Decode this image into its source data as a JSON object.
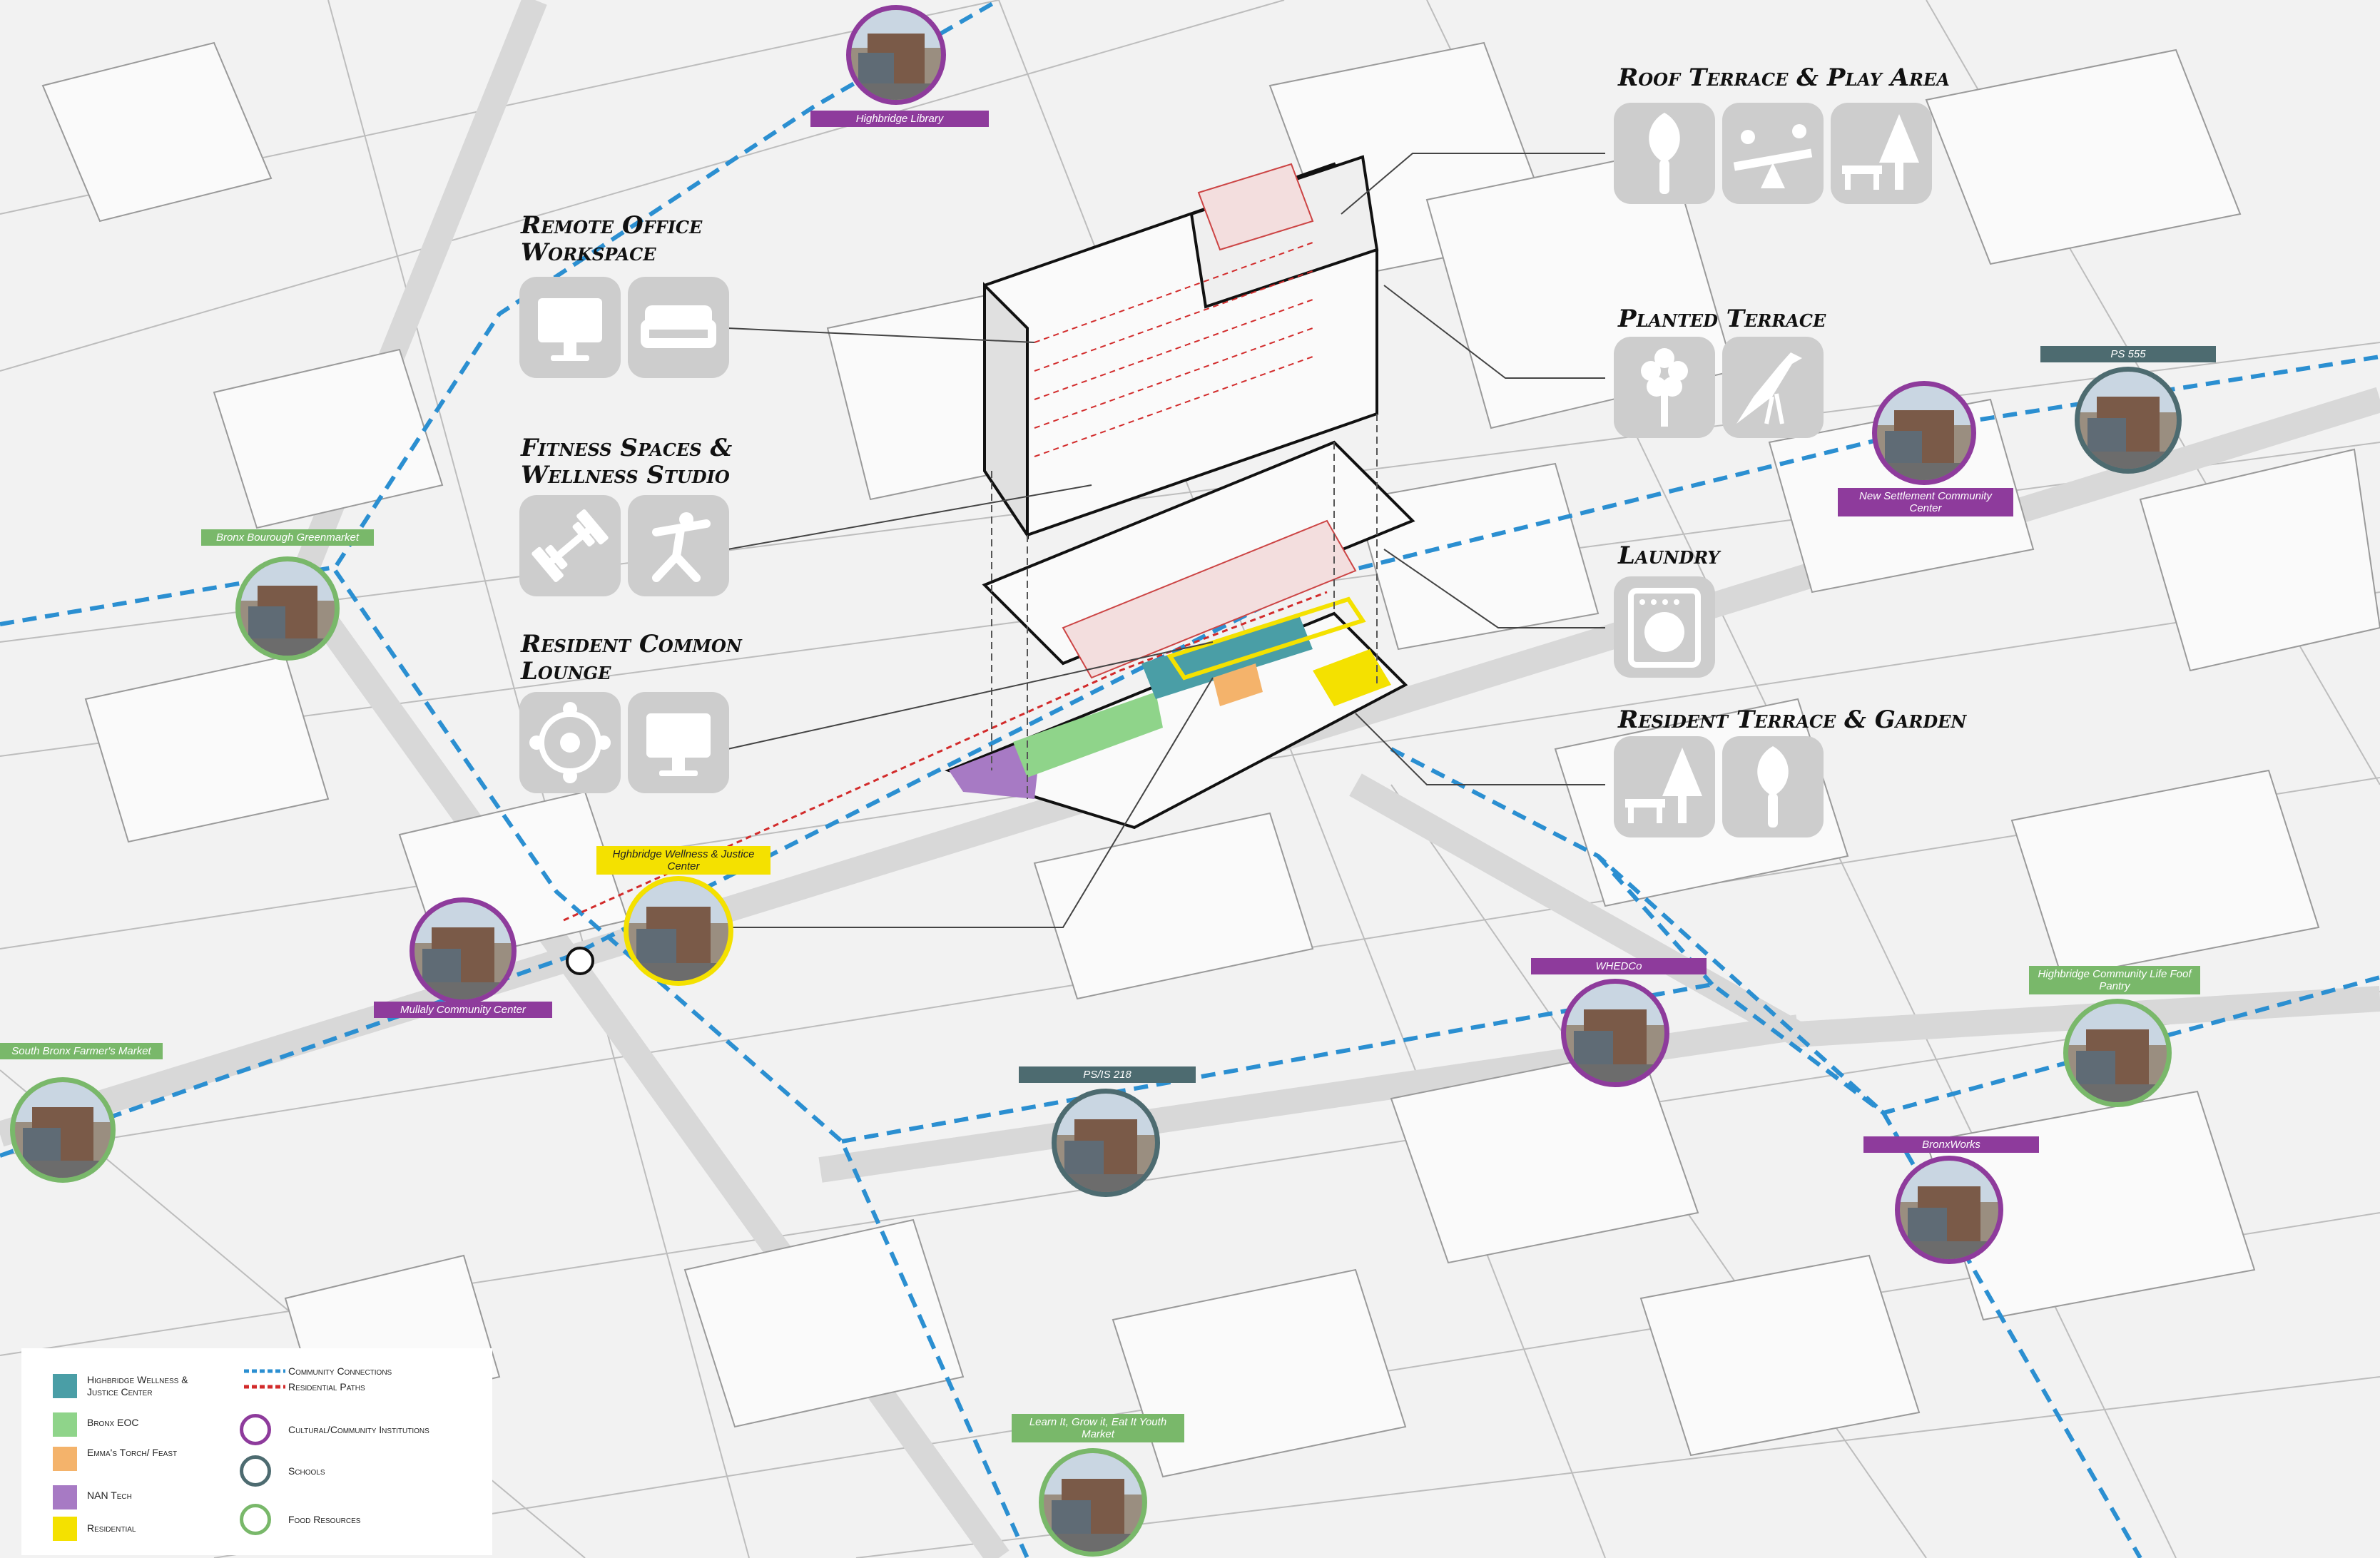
{
  "colors": {
    "cultural": "#8e3b9c",
    "schools": "#4d6b70",
    "food": "#79b86a",
    "highlight": "#f4e100",
    "community_path": "#2b8fd1",
    "residential_path": "#d22b2b",
    "icon_bg": "#cdcdcd",
    "legend_wellness": "#4a9ea6",
    "legend_eoc": "#8fd48a",
    "legend_emma": "#f4b36b",
    "legend_nan": "#a77ac4",
    "legend_residential": "#f4e100"
  },
  "places": [
    {
      "label": "Highbridge Library",
      "category": "cultural"
    },
    {
      "label": "Bronx Bourough Greenmarket",
      "category": "food"
    },
    {
      "label": "Mullaly Community Center",
      "category": "cultural"
    },
    {
      "label": "South Bronx Farmer's Market",
      "category": "food"
    },
    {
      "label": "Hghbridge Wellness & Justice Center",
      "category": "highlight"
    },
    {
      "label": "PS/IS 218",
      "category": "schools"
    },
    {
      "label": "Learn It, Grow it, Eat It Youth Market",
      "category": "food"
    },
    {
      "label": "WHEDCo",
      "category": "cultural"
    },
    {
      "label": "BronxWorks",
      "category": "cultural"
    },
    {
      "label": "Highbridge Community Life Foof Pantry",
      "category": "food"
    },
    {
      "label": "New Settlement Community Center",
      "category": "cultural"
    },
    {
      "label": "PS 555",
      "category": "schools"
    }
  ],
  "features": [
    {
      "title": "Remote Office Workspace",
      "icons": [
        "monitor-icon",
        "sofa-icon"
      ]
    },
    {
      "title": "Fitness Spaces & Wellness Studio",
      "icons": [
        "dumbbell-icon",
        "yoga-icon"
      ]
    },
    {
      "title": "Resident Common Lounge",
      "icons": [
        "community-circle-icon",
        "monitor-icon"
      ]
    },
    {
      "title": "Roof Terrace & Play Area",
      "icons": [
        "trowel-icon",
        "seesaw-icon",
        "bench-tree-icon"
      ]
    },
    {
      "title": "Planted Terrace",
      "icons": [
        "flower-icon",
        "bird-icon"
      ]
    },
    {
      "title": "Laundry",
      "icons": [
        "washing-machine-icon"
      ]
    },
    {
      "title": "Resident Terrace & Garden",
      "icons": [
        "bench-tree-icon",
        "trowel-icon"
      ]
    }
  ],
  "legend": {
    "program_items": [
      {
        "label": "Highbridge Wellness & Justice Center",
        "color": "#4a9ea6"
      },
      {
        "label": "Bronx EOC",
        "color": "#8fd48a"
      },
      {
        "label": "Emma's Torch/ Feast",
        "color": "#f4b36b"
      },
      {
        "label": "NAN Tech",
        "color": "#a77ac4"
      },
      {
        "label": "Residential",
        "color": "#f4e100"
      }
    ],
    "path_items": [
      {
        "label": "Community Connections",
        "color": "#2b8fd1"
      },
      {
        "label": "Residential Paths",
        "color": "#d22b2b"
      }
    ],
    "ring_items": [
      {
        "label": "Cultural/Community Institutions",
        "color": "#8e3b9c"
      },
      {
        "label": "Schools",
        "color": "#4d6b70"
      },
      {
        "label": "Food Resources",
        "color": "#79b86a"
      }
    ]
  }
}
